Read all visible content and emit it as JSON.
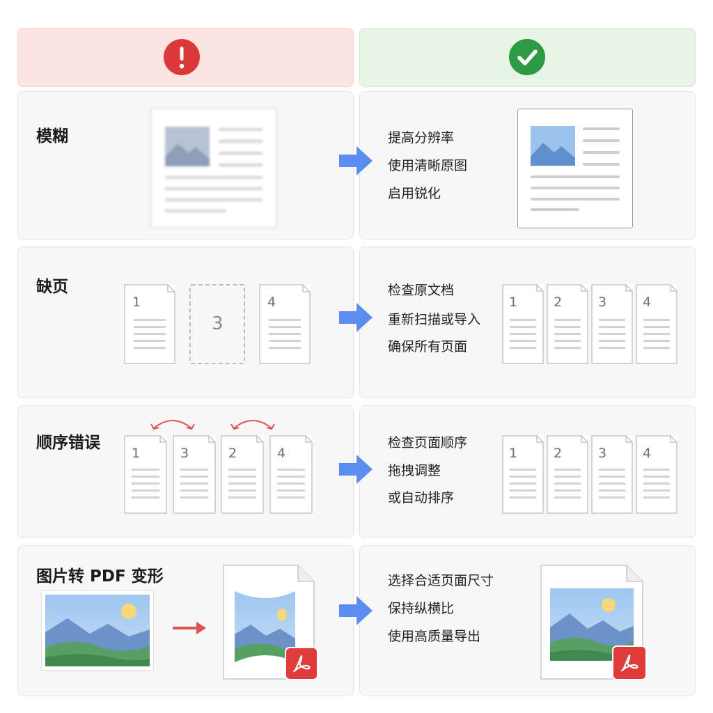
{
  "header": {
    "bad_icon": "exclamation-icon",
    "good_icon": "check-icon",
    "bad_color": "#d93a39",
    "good_color": "#2f9a45"
  },
  "rows": [
    {
      "title": "模糊",
      "tips": [
        "提高分辨率",
        "使用清晰原图",
        "启用锐化"
      ]
    },
    {
      "title": "缺页",
      "tips": [
        "检查原文档",
        "重新扫描或导入",
        "确保所有页面"
      ],
      "bad_pages": [
        "1",
        "3",
        "4"
      ],
      "good_pages": [
        "1",
        "2",
        "3",
        "4"
      ]
    },
    {
      "title": "顺序错误",
      "tips": [
        "检查页面顺序",
        "拖拽调整",
        "或自动排序"
      ],
      "bad_pages": [
        "1",
        "3",
        "2",
        "4"
      ],
      "good_pages": [
        "1",
        "2",
        "3",
        "4"
      ]
    },
    {
      "title": "图片转 PDF 变形",
      "tips": [
        "选择合适页面尺寸",
        "保持纵横比",
        "使用高质量导出"
      ]
    }
  ],
  "colors": {
    "arrow_blue": "#5b8def",
    "arrow_red": "#e05252",
    "pdf_red": "#e03b3b"
  }
}
